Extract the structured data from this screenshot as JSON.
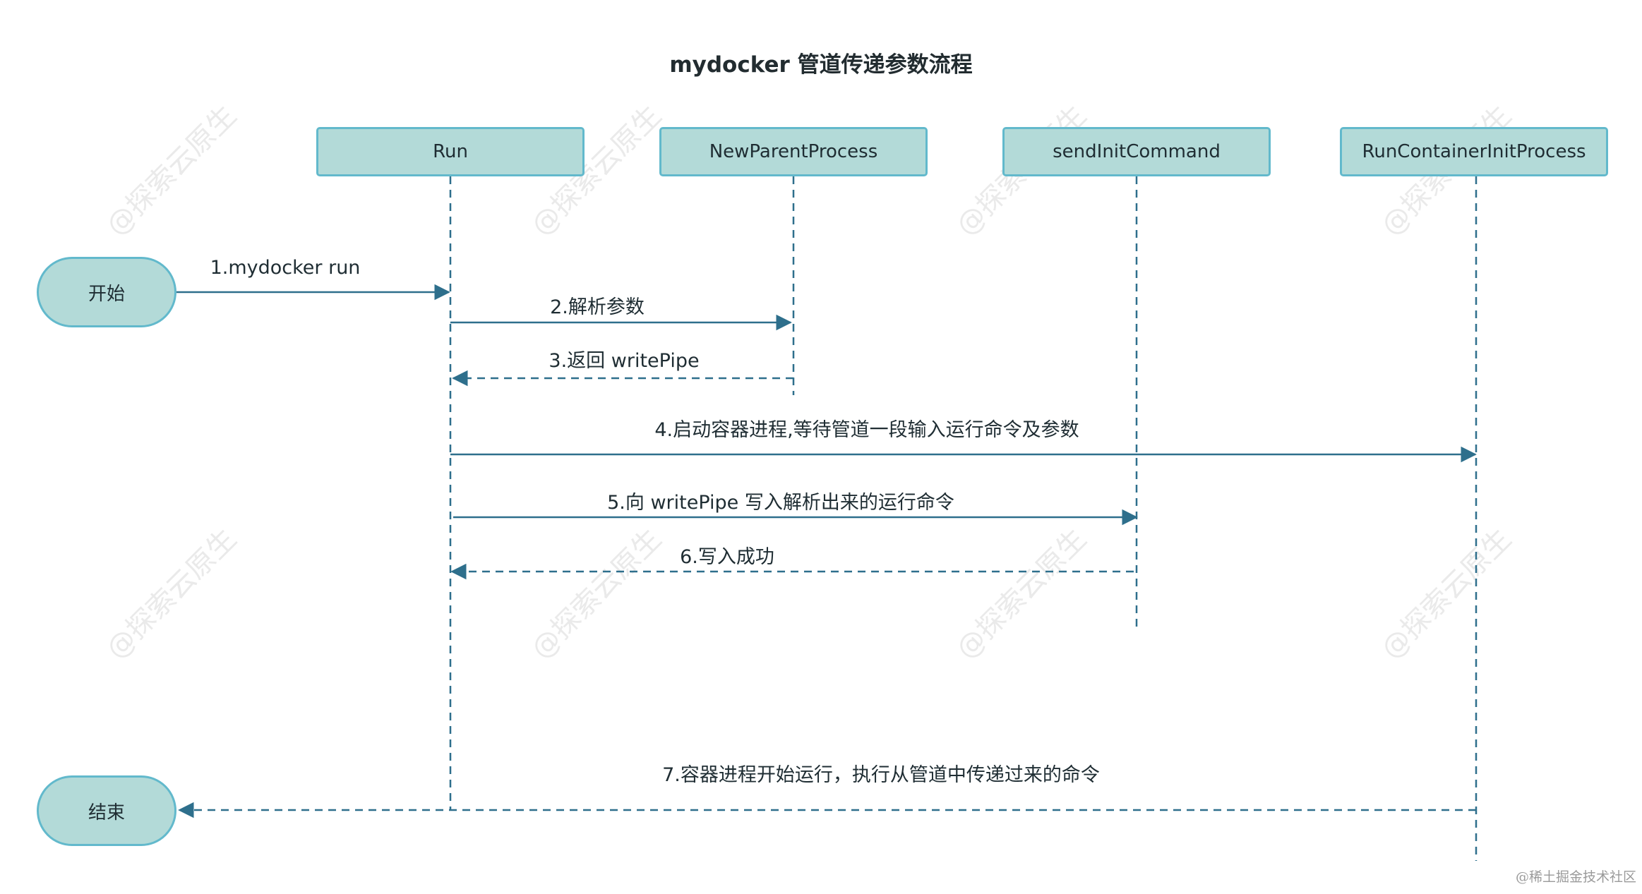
{
  "title": "mydocker 管道传递参数流程",
  "participants": [
    {
      "id": "run",
      "label": "Run"
    },
    {
      "id": "newparent",
      "label": "NewParentProcess"
    },
    {
      "id": "sendinit",
      "label": "sendInitCommand"
    },
    {
      "id": "runcontainer",
      "label": "RunContainerInitProcess"
    }
  ],
  "terminals": {
    "start": "开始",
    "end": "结束"
  },
  "messages": [
    {
      "label": "1.mydocker run",
      "from": "start",
      "to": "run",
      "style": "solid"
    },
    {
      "label": "2.解析参数",
      "from": "run",
      "to": "newparent",
      "style": "solid"
    },
    {
      "label": "3.返回 writePipe",
      "from": "newparent",
      "to": "run",
      "style": "dashed"
    },
    {
      "label": "4.启动容器进程,等待管道一段输入运行命令及参数",
      "from": "run",
      "to": "runcontainer",
      "style": "solid"
    },
    {
      "label": "5.向 writePipe 写入解析出来的运行命令",
      "from": "run",
      "to": "sendinit",
      "style": "solid"
    },
    {
      "label": "6.写入成功",
      "from": "sendinit",
      "to": "run",
      "style": "dashed"
    },
    {
      "label": "7.容器进程开始运行，执行从管道中传递过来的命令",
      "from": "runcontainer",
      "to": "end",
      "style": "dashed"
    }
  ],
  "watermark": "@探索云原生",
  "footer": "@稀土掘金技术社区",
  "colors": {
    "box_fill": "#b3dad8",
    "box_border": "#62b9cc",
    "line": "#2e6f8c"
  }
}
